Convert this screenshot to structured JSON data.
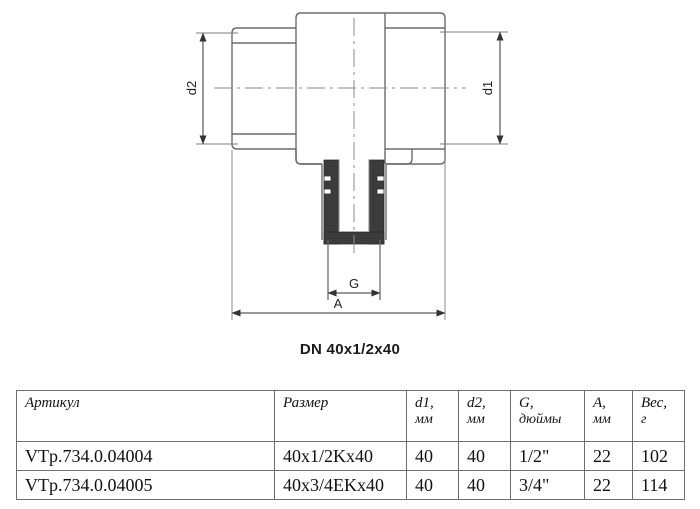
{
  "drawing": {
    "caption": "DN 40x1/2x40",
    "dimension_labels": {
      "d2": "d2",
      "d1": "d1",
      "g": "G",
      "a": "A"
    },
    "colors": {
      "outline": "#6b6b6b",
      "center_line": "#8a8a8a",
      "insert_fill": "#3c3c3c",
      "dimension": "#4a4a4a",
      "caption_text": "#1a1a1a"
    }
  },
  "table": {
    "headers": [
      {
        "name": "Артикул",
        "unit": ""
      },
      {
        "name": "Размер",
        "unit": ""
      },
      {
        "name": "d1,",
        "unit": "мм"
      },
      {
        "name": "d2,",
        "unit": "мм"
      },
      {
        "name": "G,",
        "unit": "дюймы"
      },
      {
        "name": "A,",
        "unit": "мм"
      },
      {
        "name": "Вес,",
        "unit": "г"
      }
    ],
    "rows": [
      {
        "article": "VTp.734.0.04004",
        "size": "40x1/2Kx40",
        "d1": "40",
        "d2": "40",
        "g": "1/2\"",
        "a": "22",
        "weight": "102"
      },
      {
        "article": "VTp.734.0.04005",
        "size": "40x3/4EKx40",
        "d1": "40",
        "d2": "40",
        "g": "3/4\"",
        "a": "22",
        "weight": "114"
      }
    ]
  }
}
